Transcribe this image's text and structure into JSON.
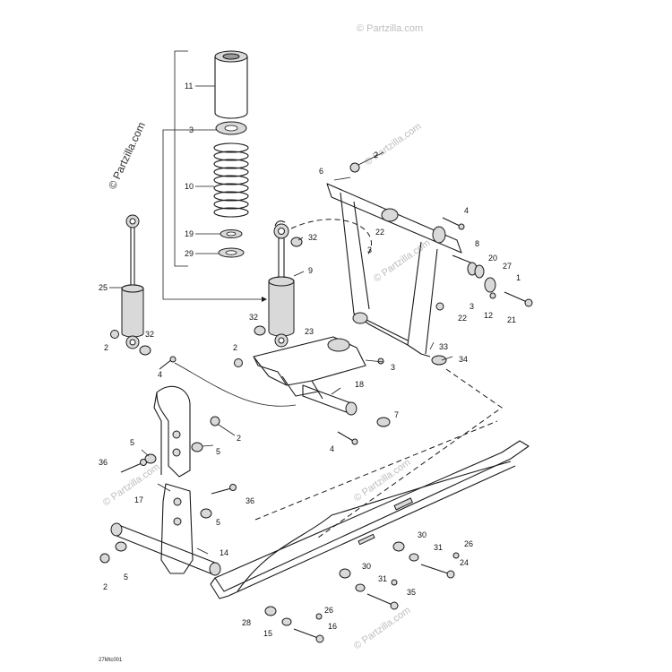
{
  "watermark": {
    "brand_main": "© Partzilla.com",
    "brand_faint": "© Partzilla.com"
  },
  "drawing_code": "27Mtc001",
  "callouts": {
    "c11": "11",
    "c3a": "3",
    "c10": "10",
    "c19": "19",
    "c29": "29",
    "c25": "25",
    "c2a": "2",
    "c32a": "32",
    "c4a": "4",
    "c9": "9",
    "c32b": "32",
    "c32c": "32",
    "c2b": "2",
    "c23": "23",
    "c3b": "3",
    "c18": "18",
    "c7": "7",
    "c4b": "4",
    "c6": "6",
    "c2c": "2",
    "c4c": "4",
    "c22a": "22",
    "c3c": "3",
    "c8": "8",
    "c20": "20",
    "c27": "27",
    "c1": "1",
    "c3d": "3",
    "c22b": "22",
    "c12": "12",
    "c21": "21",
    "c33": "33",
    "c34": "34",
    "c2d": "2",
    "c5a": "5",
    "c5b": "5",
    "c36a": "36",
    "c17": "17",
    "c36b": "36",
    "c5c": "5",
    "c14": "14",
    "c2e": "2",
    "c5d": "5",
    "c30a": "30",
    "c31a": "31",
    "c26a": "26",
    "c24": "24",
    "c30b": "30",
    "c31b": "31",
    "c35": "35",
    "c28": "28",
    "c26b": "26",
    "c15": "15",
    "c16": "16"
  }
}
